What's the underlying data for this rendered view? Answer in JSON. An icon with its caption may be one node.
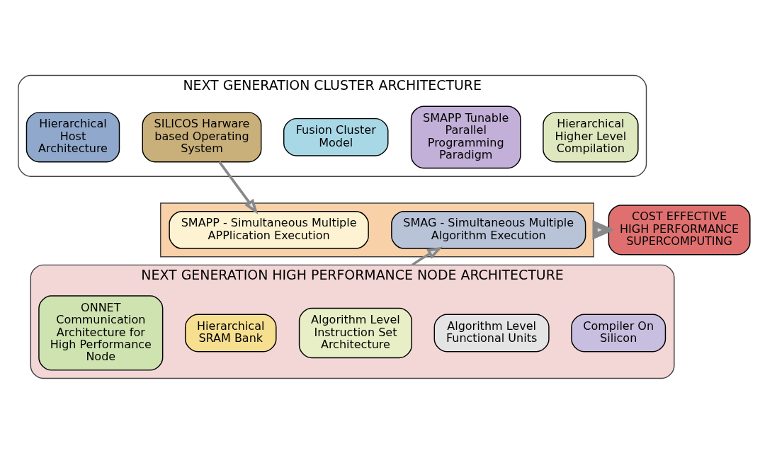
{
  "diagram": {
    "nodes": [
      {
        "text": [
          "NEXT GENERATION CLUSTER ARCHITECTURE"
        ]
      },
      {
        "text": [
          "Hierarchical Host Architecture"
        ],
        "in": 0
      },
      {
        "text": [
          "SILICOS Harware based Operating System"
        ],
        "in": 0
      },
      {
        "text": [
          "Fusion Cluster Model"
        ],
        "in": 0
      },
      {
        "text": [
          "SMAPP Tunable Parallel Programming Paradigm"
        ],
        "in": 0
      },
      {
        "text": [
          "Hierarchical Higher Level Compilation"
        ],
        "in": 0
      },
      {
        "text": [],
        "shape": "box"
      },
      {
        "text": [
          "SMAPP - Simultaneous Multiple APPlication Execution"
        ],
        "in": 6
      },
      {
        "text": [
          "SMAG - Simultaneous Multiple Algorithm Execution"
        ],
        "in": 6
      },
      {
        "text": [
          "COST EFFECTIVE HIGH PERFORMANCE SUPERCOMPUTING"
        ]
      },
      {
        "text": [
          "NEXT GENERATION HIGH PERFORMANCE NODE ARCHITECTURE"
        ]
      },
      {
        "text": [
          "ONNET Communication Architecture for High Performance Node"
        ],
        "in": 10
      },
      {
        "text": [
          "Hierarchical SRAM Bank"
        ],
        "in": 10
      },
      {
        "text": [
          "Algorithm Level Instruction Set Architecture"
        ],
        "in": 10
      },
      {
        "text": [
          "Algorithm Level Functional Units"
        ],
        "in": 10
      },
      {
        "text": [
          "Compiler On Silicon"
        ],
        "in": 10
      }
    ],
    "edges": [
      {
        "from": 2,
        "to": 7,
        "arrow": "to"
      },
      {
        "from": 10,
        "to": 8,
        "arrow": "to"
      },
      {
        "from": 6,
        "to": 9,
        "arrow": "to",
        "style": "thick"
      }
    ]
  }
}
